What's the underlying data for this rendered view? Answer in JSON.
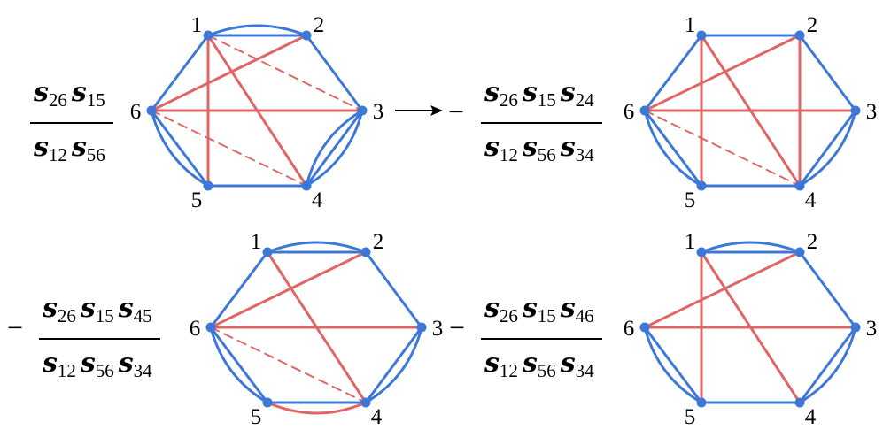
{
  "colors": {
    "blue": "#3d78d8",
    "red": "#e06666",
    "text": "#000000"
  },
  "variable": "s",
  "minus_sign": "−",
  "arrow": "right-arrow",
  "terms": [
    {
      "sign": "",
      "numerator": [
        "26",
        "15"
      ],
      "denominator": [
        "12",
        "56"
      ]
    },
    {
      "sign": "−",
      "numerator": [
        "26",
        "15",
        "24"
      ],
      "denominator": [
        "12",
        "56",
        "34"
      ]
    },
    {
      "sign": "−",
      "numerator": [
        "26",
        "15",
        "45"
      ],
      "denominator": [
        "12",
        "56",
        "34"
      ]
    },
    {
      "sign": "−",
      "numerator": [
        "26",
        "15",
        "46"
      ],
      "denominator": [
        "12",
        "56",
        "34"
      ]
    }
  ],
  "graphs": [
    {
      "nodes": [
        "1",
        "2",
        "3",
        "4",
        "5",
        "6"
      ],
      "edges": [
        {
          "from": 1,
          "to": 2,
          "color": "blue",
          "style": "solid",
          "multiplicity": 2
        },
        {
          "from": 2,
          "to": 3,
          "color": "blue",
          "style": "solid",
          "multiplicity": 1
        },
        {
          "from": 3,
          "to": 4,
          "color": "blue",
          "style": "solid",
          "multiplicity": 3
        },
        {
          "from": 4,
          "to": 5,
          "color": "blue",
          "style": "solid",
          "multiplicity": 1
        },
        {
          "from": 5,
          "to": 6,
          "color": "blue",
          "style": "solid",
          "multiplicity": 2
        },
        {
          "from": 6,
          "to": 1,
          "color": "blue",
          "style": "solid",
          "multiplicity": 1
        },
        {
          "from": 1,
          "to": 5,
          "color": "red",
          "style": "solid",
          "multiplicity": 1
        },
        {
          "from": 1,
          "to": 4,
          "color": "red",
          "style": "solid",
          "multiplicity": 1
        },
        {
          "from": 6,
          "to": 2,
          "color": "red",
          "style": "solid",
          "multiplicity": 1
        },
        {
          "from": 6,
          "to": 3,
          "color": "red",
          "style": "solid",
          "multiplicity": 1
        },
        {
          "from": 1,
          "to": 3,
          "color": "red",
          "style": "dashed",
          "multiplicity": 1
        },
        {
          "from": 6,
          "to": 4,
          "color": "red",
          "style": "dashed",
          "multiplicity": 1
        }
      ]
    },
    {
      "nodes": [
        "1",
        "2",
        "3",
        "4",
        "5",
        "6"
      ],
      "edges": [
        {
          "from": 1,
          "to": 2,
          "color": "blue",
          "style": "solid",
          "multiplicity": 1
        },
        {
          "from": 2,
          "to": 3,
          "color": "blue",
          "style": "solid",
          "multiplicity": 1
        },
        {
          "from": 3,
          "to": 4,
          "color": "blue",
          "style": "solid",
          "multiplicity": 2
        },
        {
          "from": 4,
          "to": 5,
          "color": "blue",
          "style": "solid",
          "multiplicity": 1
        },
        {
          "from": 5,
          "to": 6,
          "color": "blue",
          "style": "solid",
          "multiplicity": 2
        },
        {
          "from": 6,
          "to": 1,
          "color": "blue",
          "style": "solid",
          "multiplicity": 1
        },
        {
          "from": 1,
          "to": 5,
          "color": "red",
          "style": "solid",
          "multiplicity": 1
        },
        {
          "from": 1,
          "to": 4,
          "color": "red",
          "style": "solid",
          "multiplicity": 1
        },
        {
          "from": 6,
          "to": 2,
          "color": "red",
          "style": "solid",
          "multiplicity": 1
        },
        {
          "from": 2,
          "to": 4,
          "color": "red",
          "style": "solid",
          "multiplicity": 1
        },
        {
          "from": 6,
          "to": 3,
          "color": "red",
          "style": "solid",
          "multiplicity": 1
        },
        {
          "from": 6,
          "to": 4,
          "color": "red",
          "style": "dashed",
          "multiplicity": 1
        }
      ]
    },
    {
      "nodes": [
        "1",
        "2",
        "3",
        "4",
        "5",
        "6"
      ],
      "edges": [
        {
          "from": 1,
          "to": 2,
          "color": "blue",
          "style": "solid",
          "multiplicity": 2
        },
        {
          "from": 2,
          "to": 3,
          "color": "blue",
          "style": "solid",
          "multiplicity": 1
        },
        {
          "from": 3,
          "to": 4,
          "color": "blue",
          "style": "solid",
          "multiplicity": 2
        },
        {
          "from": 4,
          "to": 5,
          "color": "blue",
          "style": "solid",
          "multiplicity": 1
        },
        {
          "from": 5,
          "to": 6,
          "color": "blue",
          "style": "solid",
          "multiplicity": 2
        },
        {
          "from": 6,
          "to": 1,
          "color": "blue",
          "style": "solid",
          "multiplicity": 1
        },
        {
          "from": 1,
          "to": 4,
          "color": "red",
          "style": "solid",
          "multiplicity": 1
        },
        {
          "from": 6,
          "to": 2,
          "color": "red",
          "style": "solid",
          "multiplicity": 1
        },
        {
          "from": 6,
          "to": 3,
          "color": "red",
          "style": "solid",
          "multiplicity": 1
        },
        {
          "from": 5,
          "to": 4,
          "color": "red",
          "style": "curved",
          "multiplicity": 1
        },
        {
          "from": 6,
          "to": 4,
          "color": "red",
          "style": "dashed",
          "multiplicity": 1
        }
      ]
    },
    {
      "nodes": [
        "1",
        "2",
        "3",
        "4",
        "5",
        "6"
      ],
      "edges": [
        {
          "from": 1,
          "to": 2,
          "color": "blue",
          "style": "solid",
          "multiplicity": 2
        },
        {
          "from": 2,
          "to": 3,
          "color": "blue",
          "style": "solid",
          "multiplicity": 1
        },
        {
          "from": 3,
          "to": 4,
          "color": "blue",
          "style": "solid",
          "multiplicity": 2
        },
        {
          "from": 4,
          "to": 5,
          "color": "blue",
          "style": "solid",
          "multiplicity": 1
        },
        {
          "from": 5,
          "to": 6,
          "color": "blue",
          "style": "solid",
          "multiplicity": 2
        },
        {
          "from": 1,
          "to": 5,
          "color": "red",
          "style": "solid",
          "multiplicity": 1
        },
        {
          "from": 1,
          "to": 4,
          "color": "red",
          "style": "solid",
          "multiplicity": 1
        },
        {
          "from": 6,
          "to": 2,
          "color": "red",
          "style": "solid",
          "multiplicity": 1
        },
        {
          "from": 6,
          "to": 3,
          "color": "red",
          "style": "solid",
          "multiplicity": 1
        }
      ]
    }
  ]
}
